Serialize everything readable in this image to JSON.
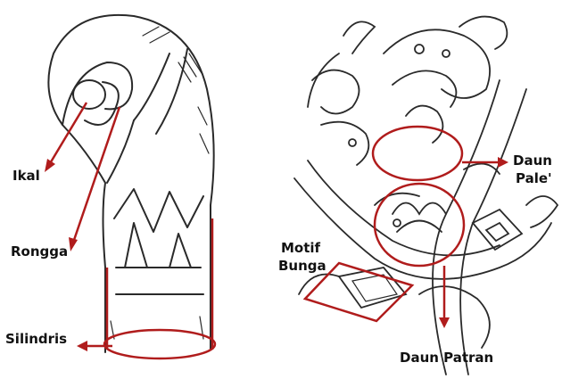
{
  "left_figure": {
    "labels": {
      "ikal": "Ikal",
      "rongga": "Rongga",
      "silindris": "Silindris"
    }
  },
  "right_figure": {
    "labels": {
      "daun_pale_line1": "Daun",
      "daun_pale_line2": "Pale'",
      "motif_bunga_line1": "Motif",
      "motif_bunga_line2": "Bunga",
      "daun_patran": "Daun Patran"
    }
  },
  "colors": {
    "annotation": "#b01c1c",
    "ink": "#2a2a2a"
  }
}
